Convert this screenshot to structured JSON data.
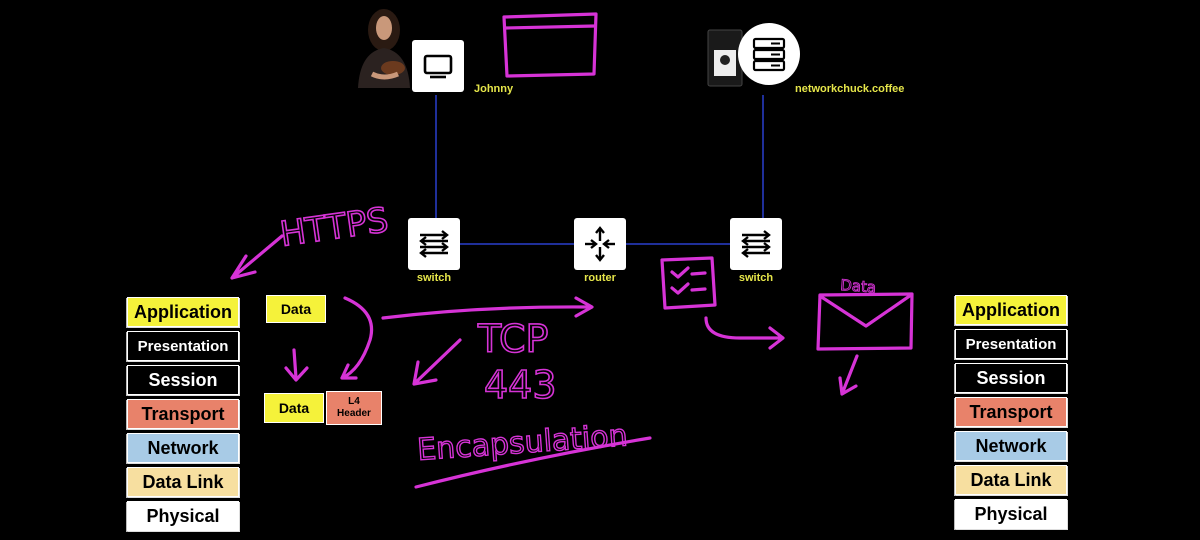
{
  "devices": {
    "johnny": {
      "label": "Johnny",
      "icon": "monitor-icon"
    },
    "server": {
      "label": "networkchuck.coffee",
      "icon": "server-icon"
    },
    "switch_left": {
      "label": "switch",
      "icon": "switch-icon"
    },
    "router": {
      "label": "router",
      "icon": "router-icon"
    },
    "switch_right": {
      "label": "switch",
      "icon": "switch-icon"
    }
  },
  "osi_left": [
    {
      "label": "Application",
      "bg": "#f5f23a",
      "fg": "#000000"
    },
    {
      "label": "Presentation",
      "bg": "#000000",
      "fg": "#ffffff"
    },
    {
      "label": "Session",
      "bg": "#000000",
      "fg": "#ffffff"
    },
    {
      "label": "Transport",
      "bg": "#e8826a",
      "fg": "#000000"
    },
    {
      "label": "Network",
      "bg": "#a8cbe6",
      "fg": "#000000"
    },
    {
      "label": "Data Link",
      "bg": "#f7dfa0",
      "fg": "#000000"
    },
    {
      "label": "Physical",
      "bg": "#ffffff",
      "fg": "#000000"
    }
  ],
  "osi_right": [
    {
      "label": "Application",
      "bg": "#f5f23a",
      "fg": "#000000"
    },
    {
      "label": "Presentation",
      "bg": "#000000",
      "fg": "#ffffff"
    },
    {
      "label": "Session",
      "bg": "#000000",
      "fg": "#ffffff"
    },
    {
      "label": "Transport",
      "bg": "#e8826a",
      "fg": "#000000"
    },
    {
      "label": "Network",
      "bg": "#a8cbe6",
      "fg": "#000000"
    },
    {
      "label": "Data Link",
      "bg": "#f7dfa0",
      "fg": "#000000"
    },
    {
      "label": "Physical",
      "bg": "#ffffff",
      "fg": "#000000"
    }
  ],
  "pdu": {
    "top_data": "Data",
    "bottom_data": "Data",
    "l4_header": "L4 Header"
  },
  "annotations": {
    "https": "HTTPS",
    "tcp": "TCP",
    "port": "443",
    "encapsulation": "Encapsulation",
    "envelope_data": "Data"
  },
  "colors": {
    "ink": "#d633d6",
    "link": "#1f2f9a",
    "device_label": "#e6e64a"
  }
}
